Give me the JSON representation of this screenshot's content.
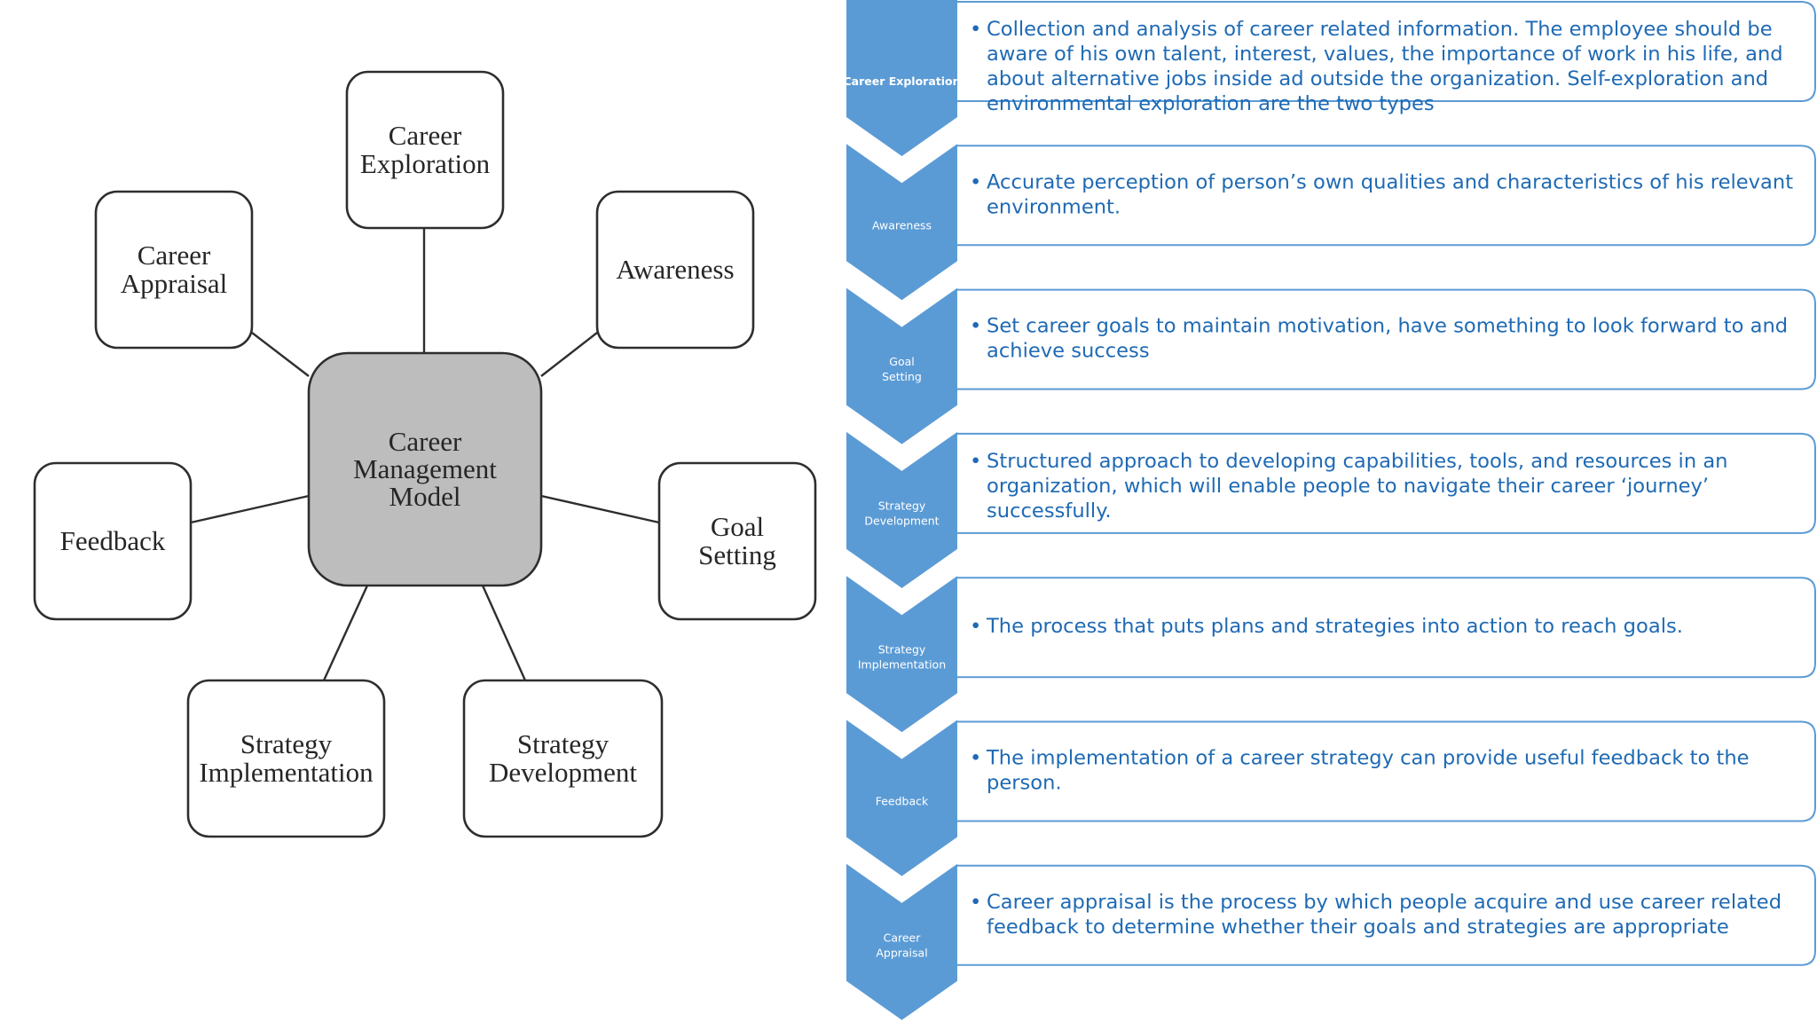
{
  "colors": {
    "chevron": "#5b9bd5",
    "chevron_text": "#ffffff",
    "detail_border": "#5b9bd5",
    "detail_text": "#1f6ab4",
    "center_fill": "#bdbdbd",
    "node_border": "#2e2e2e",
    "node_text": "#262626"
  },
  "model": {
    "center": "Career Management Model",
    "nodes": [
      {
        "key": "career-exploration",
        "label": "Career Exploration"
      },
      {
        "key": "awareness",
        "label": "Awareness"
      },
      {
        "key": "goal-setting",
        "label": "Goal Setting"
      },
      {
        "key": "strategy-development",
        "label": "Strategy Development"
      },
      {
        "key": "strategy-implementation",
        "label": "Strategy Implementation"
      },
      {
        "key": "feedback",
        "label": "Feedback"
      },
      {
        "key": "career-appraisal",
        "label": "Career Appraisal"
      }
    ]
  },
  "process": {
    "bullet": "•",
    "stages": [
      {
        "key": "career-exploration",
        "label": "Career Exploration",
        "description": "Collection and analysis of career related information. The employee should be aware of his own talent, interest, values, the importance of work in his life, and about alternative jobs inside ad outside the organization. Self-exploration and environmental exploration are the two types"
      },
      {
        "key": "awareness",
        "label": "Awareness",
        "description": "Accurate perception of person’s own qualities and characteristics of his relevant environment."
      },
      {
        "key": "goal-setting",
        "label": "Goal Setting",
        "description": "Set career goals to maintain motivation, have something to look forward to and achieve success"
      },
      {
        "key": "strategy-development",
        "label": "Strategy Development",
        "description": "Structured approach to developing capabilities, tools, and resources in an organization, which will enable people to navigate their career ‘journey’ successfully."
      },
      {
        "key": "strategy-implementation",
        "label": "Strategy Implementation",
        "description": "The process that puts plans and strategies into action to reach goals."
      },
      {
        "key": "feedback",
        "label": "Feedback",
        "description": "The implementation of a career strategy can provide useful feedback to the person."
      },
      {
        "key": "career-appraisal",
        "label": "Career Appraisal",
        "description": "Career appraisal is the process by which people acquire and use career related feedback to determine whether their goals and strategies are appropriate"
      }
    ]
  }
}
